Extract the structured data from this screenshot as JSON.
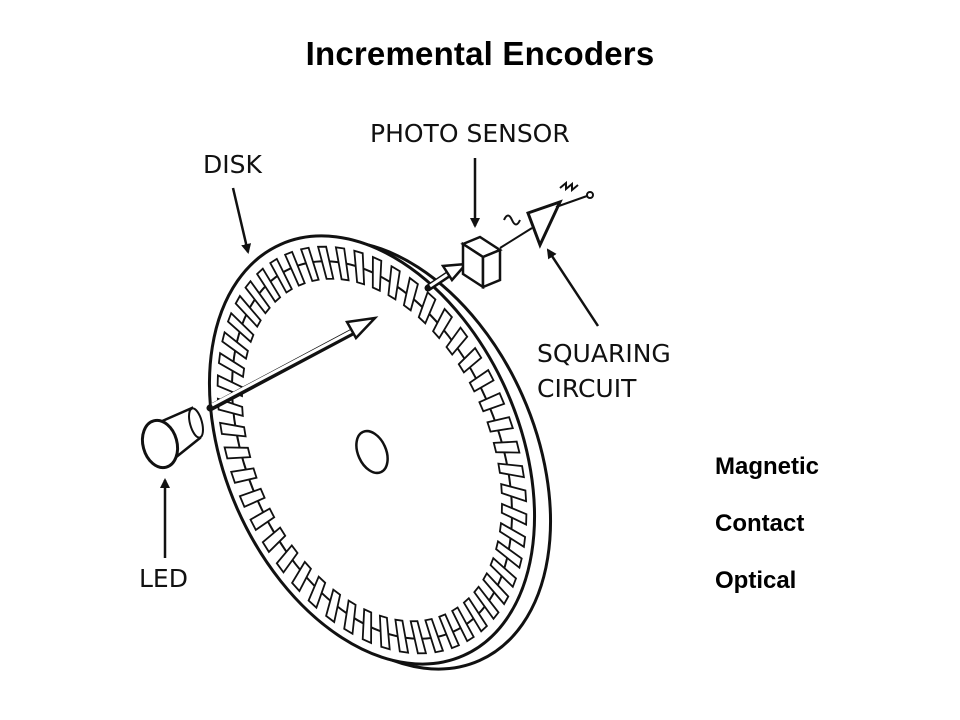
{
  "slide": {
    "title": "Incremental Encoders"
  },
  "diagram": {
    "labels": {
      "photo_sensor": "PHOTO SENSOR",
      "disk": "DISK",
      "squaring_circuit_line1": "SQUARING",
      "squaring_circuit_line2": "CIRCUIT",
      "led": "LED"
    },
    "icons": [
      "disk",
      "led",
      "photo-sensor",
      "squaring-circuit-amplifier",
      "signal-waveform"
    ]
  },
  "encoder_types": [
    {
      "label": "Magnetic"
    },
    {
      "label": "Contact"
    },
    {
      "label": "Optical"
    }
  ]
}
